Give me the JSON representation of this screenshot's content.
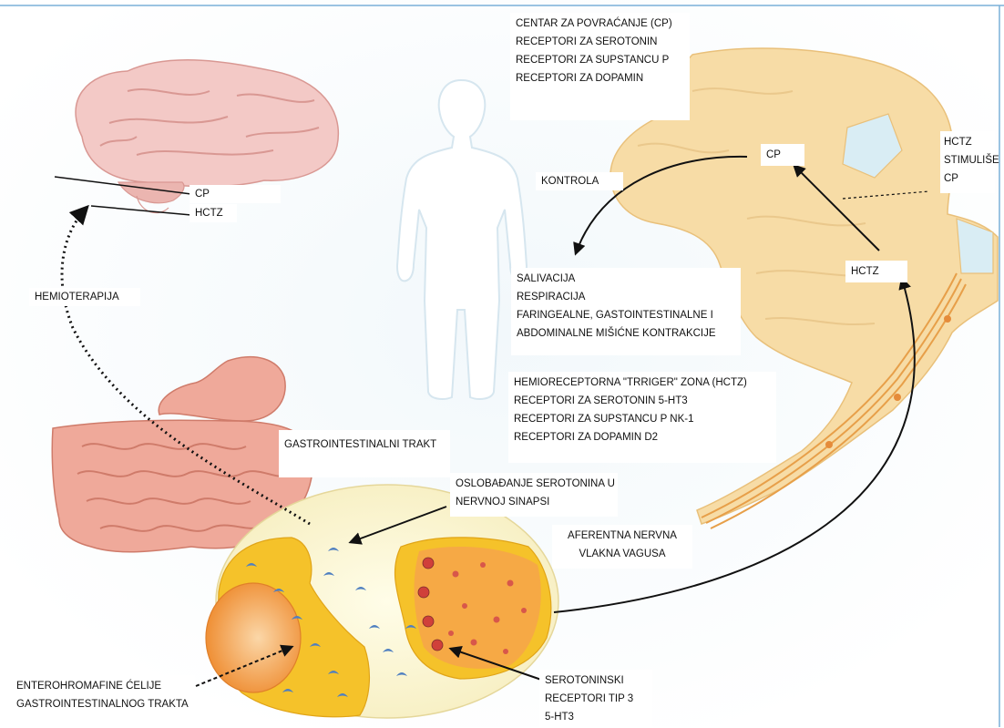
{
  "labels": {
    "center_box": {
      "lines": [
        "CENTAR ZA POVRAĆANJE (CP)",
        "RECEPTORI ZA SEROTONIN",
        "RECEPTORI ZA SUPSTANCU P",
        "RECEPTORI ZA DOPAMIN"
      ]
    },
    "brain_cp": "CP",
    "brain_hctz": "HCTZ",
    "kontrola": "KONTROLA",
    "hemioterapija": "HEMIOTERAPIJA",
    "effects_box": {
      "lines": [
        "SALIVACIJA",
        "RESPIRACIJA",
        "FARINGEALNE, GASTOINTESTINALNE I",
        "ABDOMINALNE MIŠIĆNE KONTRAKCIJE"
      ]
    },
    "hctz_box": {
      "lines": [
        "HEMIORECEPTORNA \"TRRIGER\" ZONA (HCTZ)",
        "RECEPTORI ZA SEROTONIN 5-HT3",
        "RECEPTORI ZA SUPSTANCU P NK-1",
        "RECEPTORI ZA DOPAMIN D2"
      ]
    },
    "gi_tract": "GASTROINTESTINALNI TRAKT",
    "release_box": {
      "lines": [
        "OSLOBAĐANJE SEROTONINA U",
        "NERVNOJ SINAPSI"
      ]
    },
    "afferent_box": {
      "lines": [
        "AFERENTNA NERVNA",
        "VLAKNA VAGUSA"
      ]
    },
    "stem_cp": "CP",
    "stem_hctz": "HCTZ",
    "stimulates_box": {
      "lines": [
        "HCTZ",
        "STIMULIŠE",
        "CP"
      ]
    },
    "enterochromaffin_box": {
      "lines": [
        "ENTEROHROMAFINE ĆELIJE",
        "GASTROINTESTINALNOG TRAKTA"
      ]
    },
    "receptor_box": {
      "lines": [
        "SEROTONINSKI",
        "RECEPTORI TIP 3",
        "5-HT3"
      ]
    }
  },
  "colors": {
    "brain": "#f3c9c6",
    "brainstem": "#f7dca6",
    "intestine": "#efa99a",
    "cell_yellow": "#f5c22a",
    "cell_orange": "#f0a548",
    "serotonin_blue": "#4f7fc0",
    "receptor_red": "#d0403a",
    "arrow": "#111111"
  }
}
